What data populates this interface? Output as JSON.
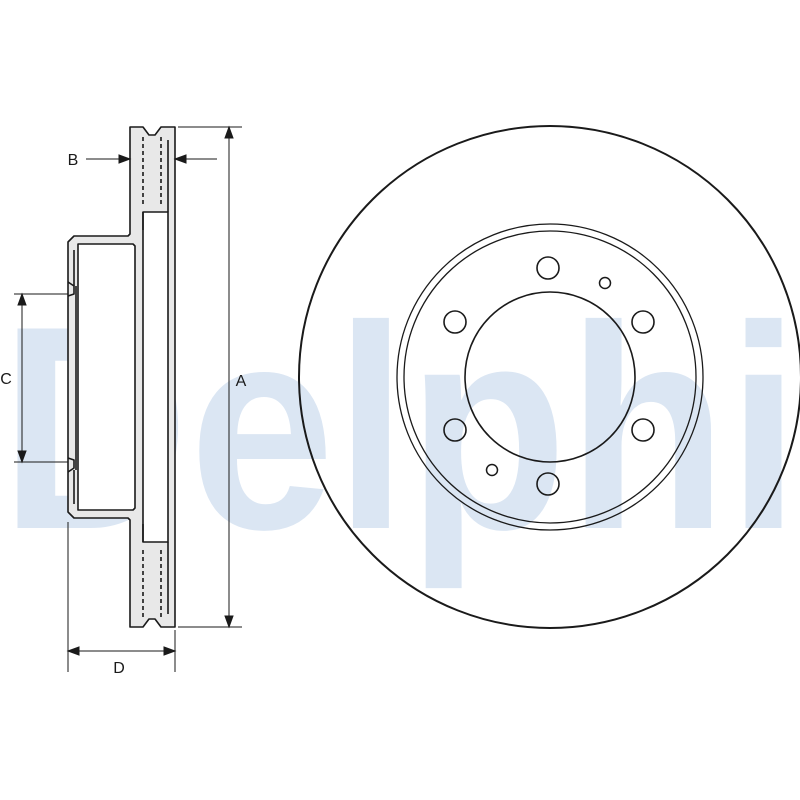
{
  "watermark": {
    "text": "Delphi",
    "color": "#dbe6f3"
  },
  "colors": {
    "line": "#1a1a1a",
    "section_fill": "#e8e8e8",
    "background": "#ffffff"
  },
  "dimensions": {
    "A": {
      "label": "A"
    },
    "B": {
      "label": "B"
    },
    "C": {
      "label": "C"
    },
    "D": {
      "label": "D"
    }
  },
  "front_view": {
    "bolt_holes": 6,
    "small_holes": 2
  }
}
